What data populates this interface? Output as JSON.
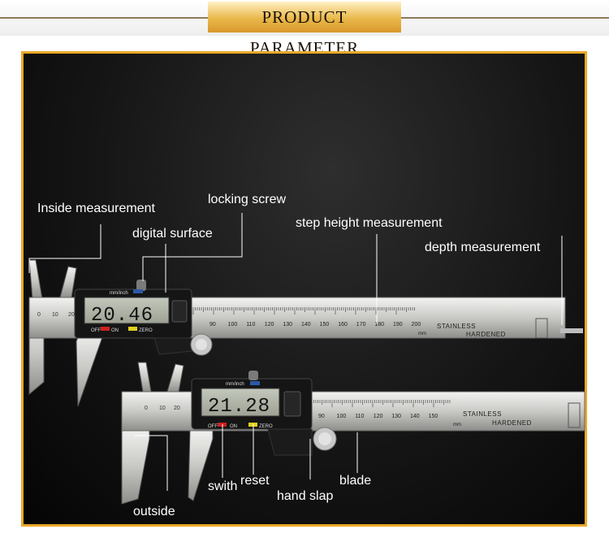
{
  "header": {
    "title": "PRODUCT PARAMETER"
  },
  "labels": {
    "inside_measurement": "Inside measurement",
    "locking_screw": "locking screw",
    "digital_surface": "digital surface",
    "step_height_measurement": "step height measurement",
    "depth_measurement": "depth measurement",
    "swith": "swith",
    "reset": "reset",
    "blade": "blade",
    "hand_slap": "hand slap",
    "outside": "outside"
  },
  "caliper_top": {
    "display_value": "20.46",
    "mode_label": "mm/inch",
    "off_label": "OFF",
    "on_label": "ON",
    "zero_label": "ZERO",
    "scale_numbers": [
      "90",
      "100",
      "110",
      "120",
      "130",
      "140",
      "150",
      "160",
      "170",
      "180",
      "190",
      "200"
    ],
    "left_scale_numbers": [
      "0",
      "10",
      "20"
    ],
    "unit_mark": "mm",
    "stamp_line1": "STAINLESS",
    "stamp_line2": "HARDENED"
  },
  "caliper_bottom": {
    "display_value": "21.28",
    "mode_label": "mm/inch",
    "off_label": "OFF",
    "on_label": "ON",
    "zero_label": "ZERO",
    "scale_numbers": [
      "90",
      "100",
      "110",
      "120",
      "130",
      "140",
      "150"
    ],
    "left_scale_numbers": [
      "0",
      "10",
      "20"
    ],
    "unit_mark": "mm",
    "stamp_line1": "STAINLESS",
    "stamp_line2": "HARDENED"
  },
  "colors": {
    "border": "#eba828",
    "text": "#ffffff",
    "header_gold": "#e9b84a",
    "off_button": "#d02020",
    "zero_button": "#e0d020"
  }
}
